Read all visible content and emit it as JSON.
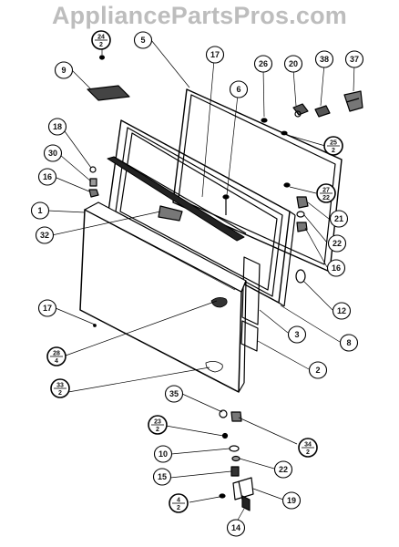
{
  "watermark": "AppliancePartsPros.com",
  "callouts": [
    {
      "id": "c24-top",
      "label": "24",
      "qty": "2"
    },
    {
      "id": "c9",
      "label": "9"
    },
    {
      "id": "c5",
      "label": "5"
    },
    {
      "id": "c17-top",
      "label": "17"
    },
    {
      "id": "c26",
      "label": "26"
    },
    {
      "id": "c20",
      "label": "20"
    },
    {
      "id": "c38",
      "label": "38"
    },
    {
      "id": "c37",
      "label": "37"
    },
    {
      "id": "c6",
      "label": "6"
    },
    {
      "id": "c18",
      "label": "18"
    },
    {
      "id": "c30",
      "label": "30"
    },
    {
      "id": "c16-left",
      "label": "16"
    },
    {
      "id": "c1",
      "label": "1"
    },
    {
      "id": "c32",
      "label": "32"
    },
    {
      "id": "c25",
      "label": "25",
      "qty": "2"
    },
    {
      "id": "c27",
      "label": "27",
      "qty": "22"
    },
    {
      "id": "c21",
      "label": "21"
    },
    {
      "id": "c22-right",
      "label": "22"
    },
    {
      "id": "c16-right",
      "label": "16"
    },
    {
      "id": "c12",
      "label": "12"
    },
    {
      "id": "c17-left",
      "label": "17"
    },
    {
      "id": "c3",
      "label": "3"
    },
    {
      "id": "c8",
      "label": "8"
    },
    {
      "id": "c28",
      "label": "28",
      "qty": "4"
    },
    {
      "id": "c2",
      "label": "2"
    },
    {
      "id": "c33",
      "label": "33",
      "qty": "2"
    },
    {
      "id": "c35",
      "label": "35"
    },
    {
      "id": "c23",
      "label": "23",
      "qty": "2"
    },
    {
      "id": "c34",
      "label": "34",
      "qty": "2"
    },
    {
      "id": "c10",
      "label": "10"
    },
    {
      "id": "c22-bottom",
      "label": "22"
    },
    {
      "id": "c15",
      "label": "15"
    },
    {
      "id": "c19",
      "label": "19"
    },
    {
      "id": "c4",
      "label": "4",
      "qty": "2"
    },
    {
      "id": "c14",
      "label": "14"
    }
  ]
}
